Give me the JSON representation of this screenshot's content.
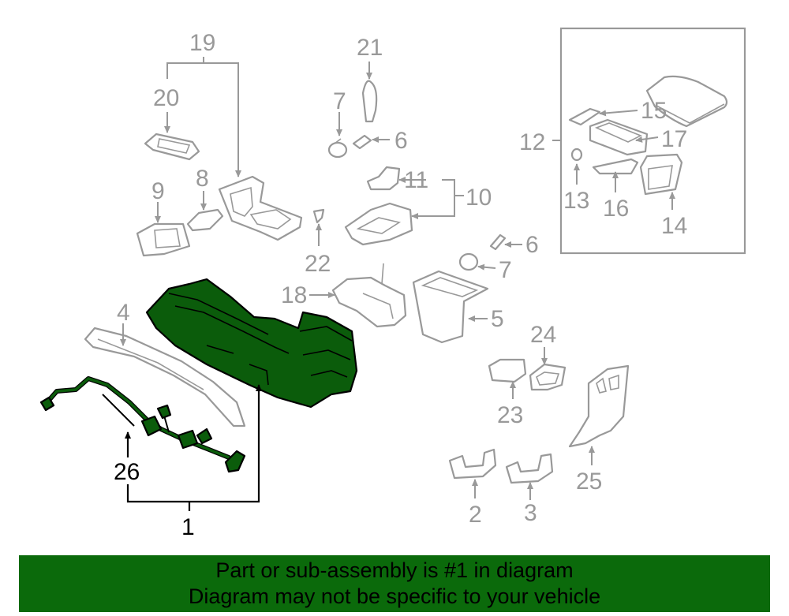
{
  "callouts": {
    "c1": "1",
    "c2": "2",
    "c3": "3",
    "c4": "4",
    "c5": "5",
    "c6a": "6",
    "c6b": "6",
    "c7a": "7",
    "c7b": "7",
    "c8": "8",
    "c9": "9",
    "c10": "10",
    "c11": "11",
    "c12": "12",
    "c13": "13",
    "c14": "14",
    "c15": "15",
    "c16": "16",
    "c17": "17",
    "c18": "18",
    "c19": "19",
    "c20": "20",
    "c21": "21",
    "c22": "22",
    "c23": "23",
    "c24": "24",
    "c25": "25",
    "c26": "26"
  },
  "footer": {
    "line1": "Part or sub-assembly is #1 in diagram",
    "line2": "Diagram may not be specific to your vehicle"
  },
  "colors": {
    "highlight": "#0b5c0b",
    "footer_bg": "#0b6a0b",
    "outline": "#999999"
  }
}
